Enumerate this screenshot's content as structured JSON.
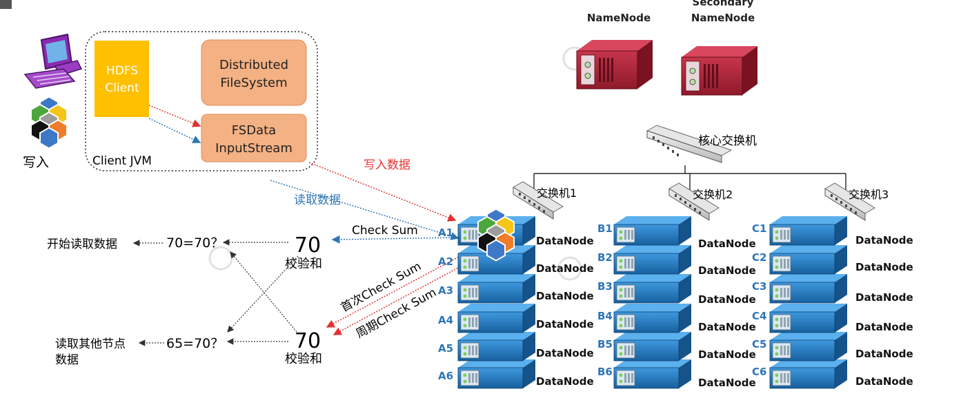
{
  "colors": {
    "client_box": "#FFC000",
    "salmon_box": "#F4B183",
    "server_red": "#B0233A",
    "server_blue": "#1F7EC8",
    "label_blue": "#2E75B6",
    "write_red": "#E53030",
    "read_blue": "#2E75B6"
  },
  "icons": [
    "computer-icon",
    "hexagon-cluster-icon",
    "server-icon",
    "switch-icon",
    "watermark-seal-icon"
  ],
  "client": {
    "writer_label": "写入",
    "jvm_label": "Client JVM",
    "hdfs_line1": "HDFS",
    "hdfs_line2": "Client",
    "dfs_line1": "Distributed",
    "dfs_line2": "FileSystem",
    "fsd_line1": "FSData",
    "fsd_line2": "InputStream"
  },
  "flows": {
    "write_data": "写入数据",
    "read_data": "读取数据",
    "check_sum": "Check Sum",
    "first_check": "首次Check Sum",
    "periodic_check": "周期Check Sum"
  },
  "verify": {
    "value_top": "70",
    "value_bottom": "70",
    "checksum_label_top": "校验和",
    "checksum_label_bottom": "校验和",
    "compare_ok": "70=70？",
    "compare_bad": "65=70？",
    "start_read": "开始读取数据",
    "read_other_1": "读取其他节点",
    "read_other_2": "数据"
  },
  "top": {
    "namenode": "NameNode",
    "secondary_1": "Secondary",
    "secondary_2": "NameNode",
    "core_switch": "核心交换机"
  },
  "racks": [
    {
      "switch": "交换机1",
      "nodes": [
        "A1",
        "A2",
        "A3",
        "A4",
        "A5",
        "A6"
      ]
    },
    {
      "switch": "交换机2",
      "nodes": [
        "B1",
        "B2",
        "B3",
        "B4",
        "B5",
        "B6"
      ]
    },
    {
      "switch": "交换机3",
      "nodes": [
        "C1",
        "C2",
        "C3",
        "C4",
        "C5",
        "C6"
      ]
    }
  ],
  "datanode_label": "DataNode"
}
